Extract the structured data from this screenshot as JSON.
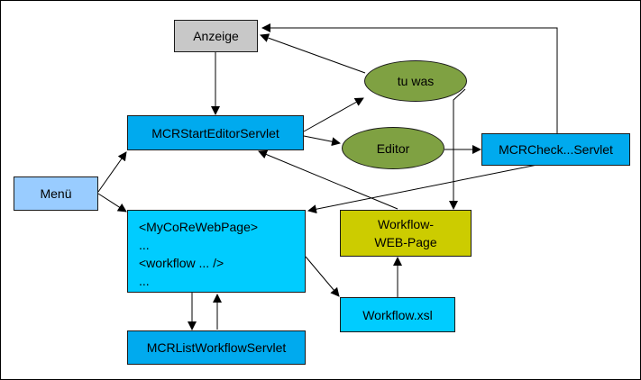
{
  "nodes": {
    "anzeige": "Anzeige",
    "menu": "Menü",
    "start_editor": "MCRStartEditorServlet",
    "check_servlet": "MCRCheck...Servlet",
    "tu_was": "tu was",
    "editor": "Editor",
    "mycore_page": [
      "<MyCoReWebPage>",
      "...",
      "<workflow ... />",
      "..."
    ],
    "workflow_web_page": [
      "Workflow-",
      "WEB-Page"
    ],
    "workflow_xsl": "Workflow.xsl",
    "list_workflow": "MCRListWorkflowServlet"
  },
  "colors": {
    "gray_box": "#c8c8c8",
    "light_blue": "#99ccff",
    "blue": "#00aaee",
    "cyan": "#00ccff",
    "olive_green": "#7fa142",
    "yellow_olive": "#cccc00"
  }
}
